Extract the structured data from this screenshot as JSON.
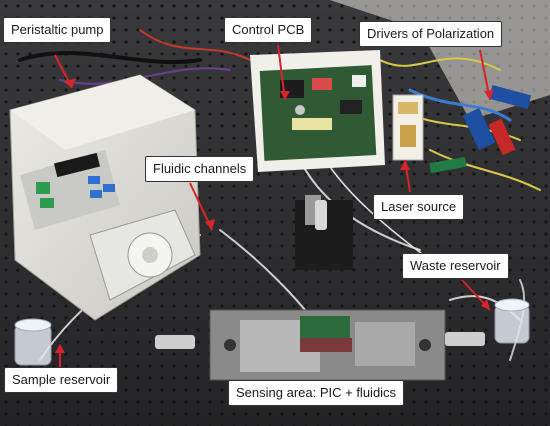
{
  "figure": {
    "labels": {
      "peristaltic_pump": "Peristaltic pump",
      "control_pcb": "Control PCB",
      "drivers_of_polarization": "Drivers of Polarization",
      "fluidic_channels": "Fluidic channels",
      "laser_source": "Laser source",
      "waste_reservoir": "Waste reservoir",
      "sample_reservoir": "Sample reservoir",
      "sensing_area": "Sensing area: PIC + fluidics"
    },
    "colors": {
      "arrow": "#d8242a",
      "optical_table": "#2b2b2d",
      "pump_body": "#dcdcd6",
      "pcb_green": "#2f5a33"
    }
  }
}
